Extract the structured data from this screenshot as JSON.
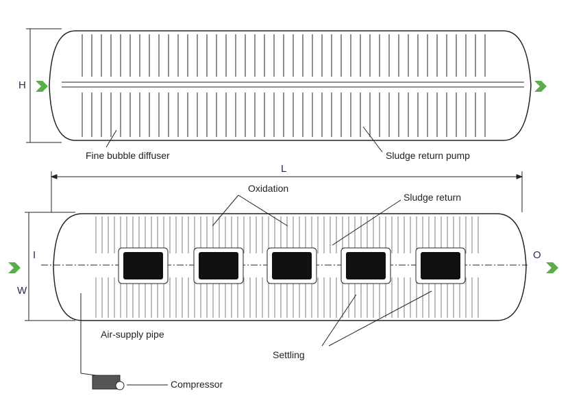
{
  "labels": {
    "height": "H",
    "fine_bubble_diffuser": "Fine bubble diffuser",
    "sludge_return_pump": "Sludge return pump",
    "length": "L",
    "oxidation": "Oxidation",
    "sludge_return": "Sludge return",
    "inlet": "I",
    "outlet": "O",
    "width": "W",
    "air_supply_pipe": "Air-supply pipe",
    "settling": "Settling",
    "compressor": "Compressor"
  },
  "colors": {
    "arrow": "#5aad48",
    "line": "#222222",
    "chamber": "#111111"
  }
}
